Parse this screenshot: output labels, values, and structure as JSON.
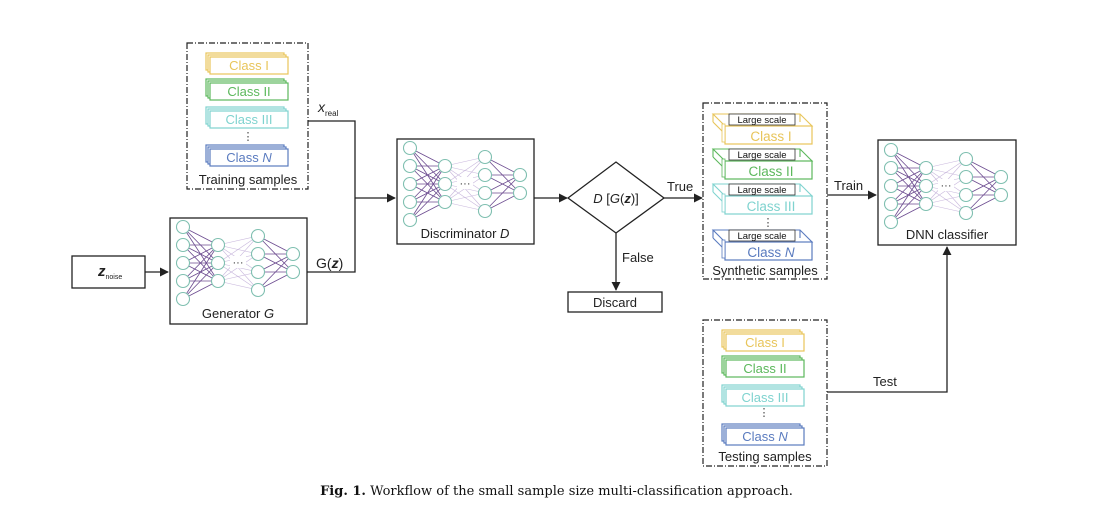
{
  "colors": {
    "class1": "#e8c55a",
    "class2": "#5cb85c",
    "class3": "#7fd3cf",
    "classN": "#5a7bbf",
    "node_stroke": "#7fbfb0",
    "edge_dark": "#6b4a8f",
    "edge_light": "#c9b8dd",
    "line": "#222222"
  },
  "training": {
    "title": "Training samples",
    "classes": [
      "Class I",
      "Class II",
      "Class III",
      "Class N"
    ],
    "ellipsis": "⋮"
  },
  "inputs": {
    "x_real": "x",
    "x_real_sub": "real",
    "noise": "z",
    "noise_sub": "noise",
    "gz": "G(z)"
  },
  "generator": {
    "label": "Generator ",
    "label_italic": "G"
  },
  "discriminator": {
    "label": "Discriminator ",
    "label_italic": "D"
  },
  "decision": {
    "label": "D [G(z)]",
    "true_label": "True",
    "false_label": "False",
    "discard": "Discard"
  },
  "synthetic": {
    "title": "Synthetic samples",
    "scale_label": "Large scale",
    "classes": [
      "Class I",
      "Class II",
      "Class III",
      "Class N"
    ],
    "ellipsis": "⋮"
  },
  "classifier": {
    "label": "DNN classifier",
    "train_label": "Train",
    "test_label": "Test"
  },
  "testing": {
    "title": "Testing samples",
    "classes": [
      "Class I",
      "Class II",
      "Class III",
      "Class N"
    ],
    "ellipsis": "⋮"
  },
  "caption": {
    "prefix": "Fig. 1.",
    "text": " Workflow of the small sample size multi-classification approach."
  }
}
